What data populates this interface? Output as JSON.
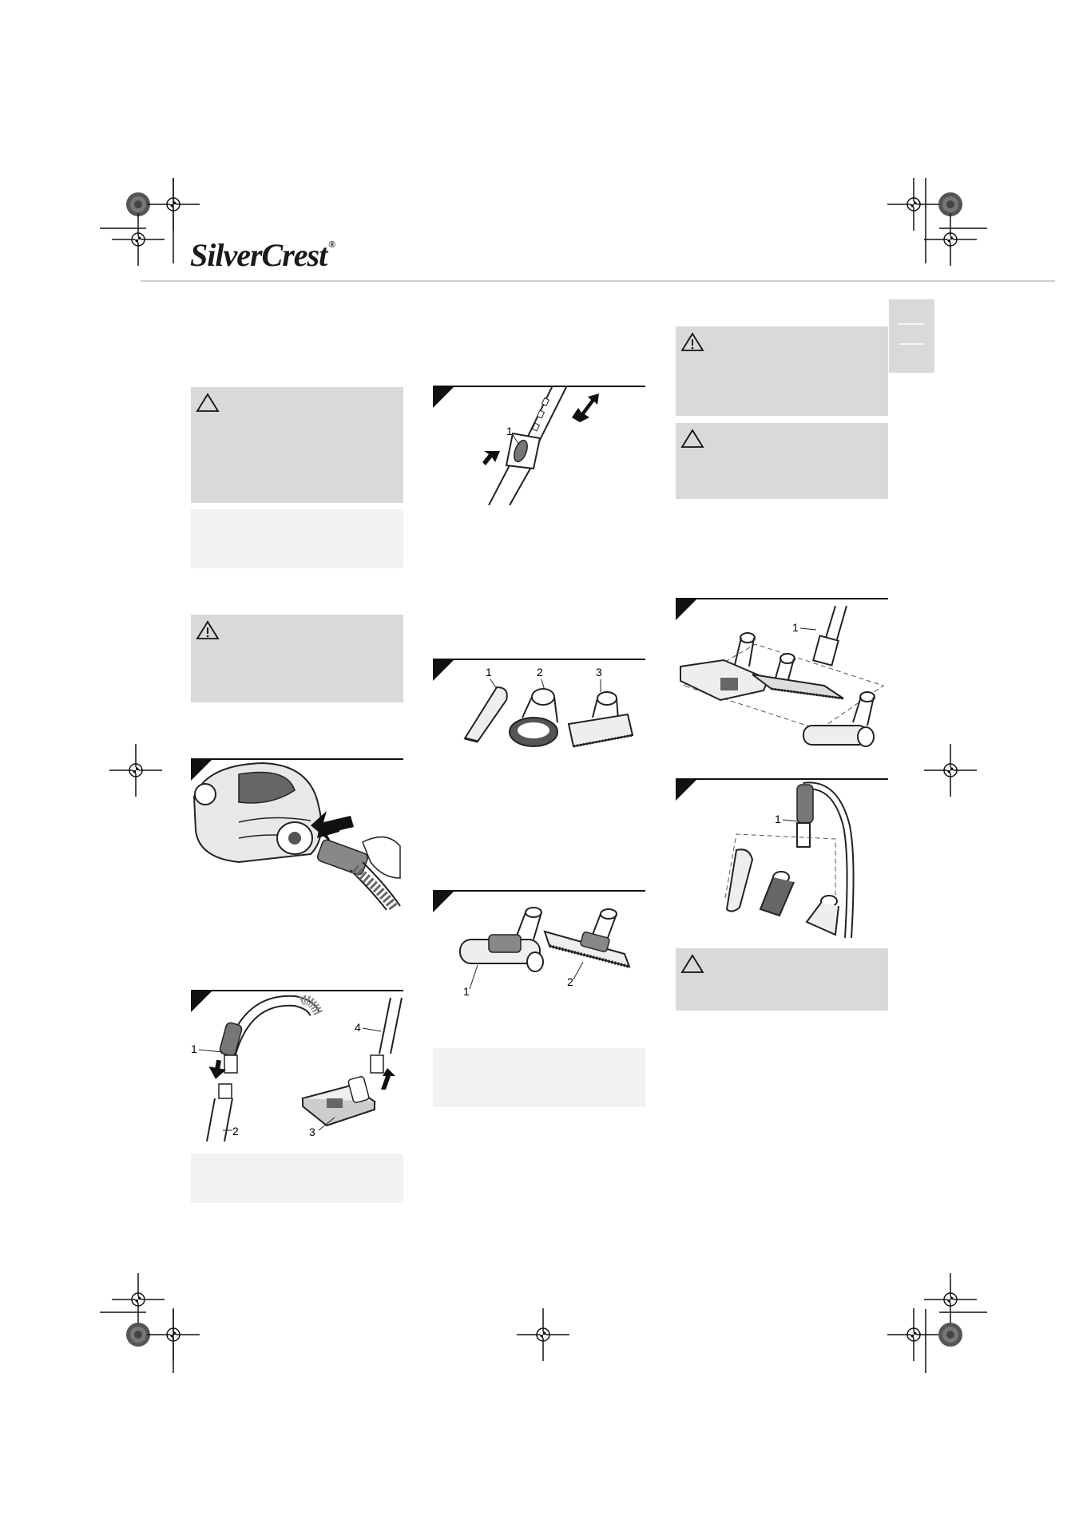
{
  "brand": {
    "name": "SilverCrest",
    "registered_mark": "®"
  },
  "figures": {
    "tube_release": {
      "callouts": [
        "1"
      ]
    },
    "accessories": {
      "callouts": [
        "1",
        "2",
        "3"
      ]
    },
    "floor_brushes": {
      "callouts": [
        "1",
        "2"
      ]
    },
    "hose_assembly": {
      "callouts": [
        "1",
        "2",
        "3",
        "4"
      ]
    },
    "brush_change": {
      "callouts": [
        "1"
      ]
    },
    "tool_change": {
      "callouts": [
        "1"
      ]
    }
  },
  "colors": {
    "warning_box": "#d9d9d9",
    "note_box": "#f2f2f2",
    "rule": "#cfcfcf",
    "ink": "#111111"
  },
  "icons": [
    "registration-mark-icon",
    "color-target-icon",
    "warning-triangle-icon",
    "caution-triangle-icon"
  ]
}
